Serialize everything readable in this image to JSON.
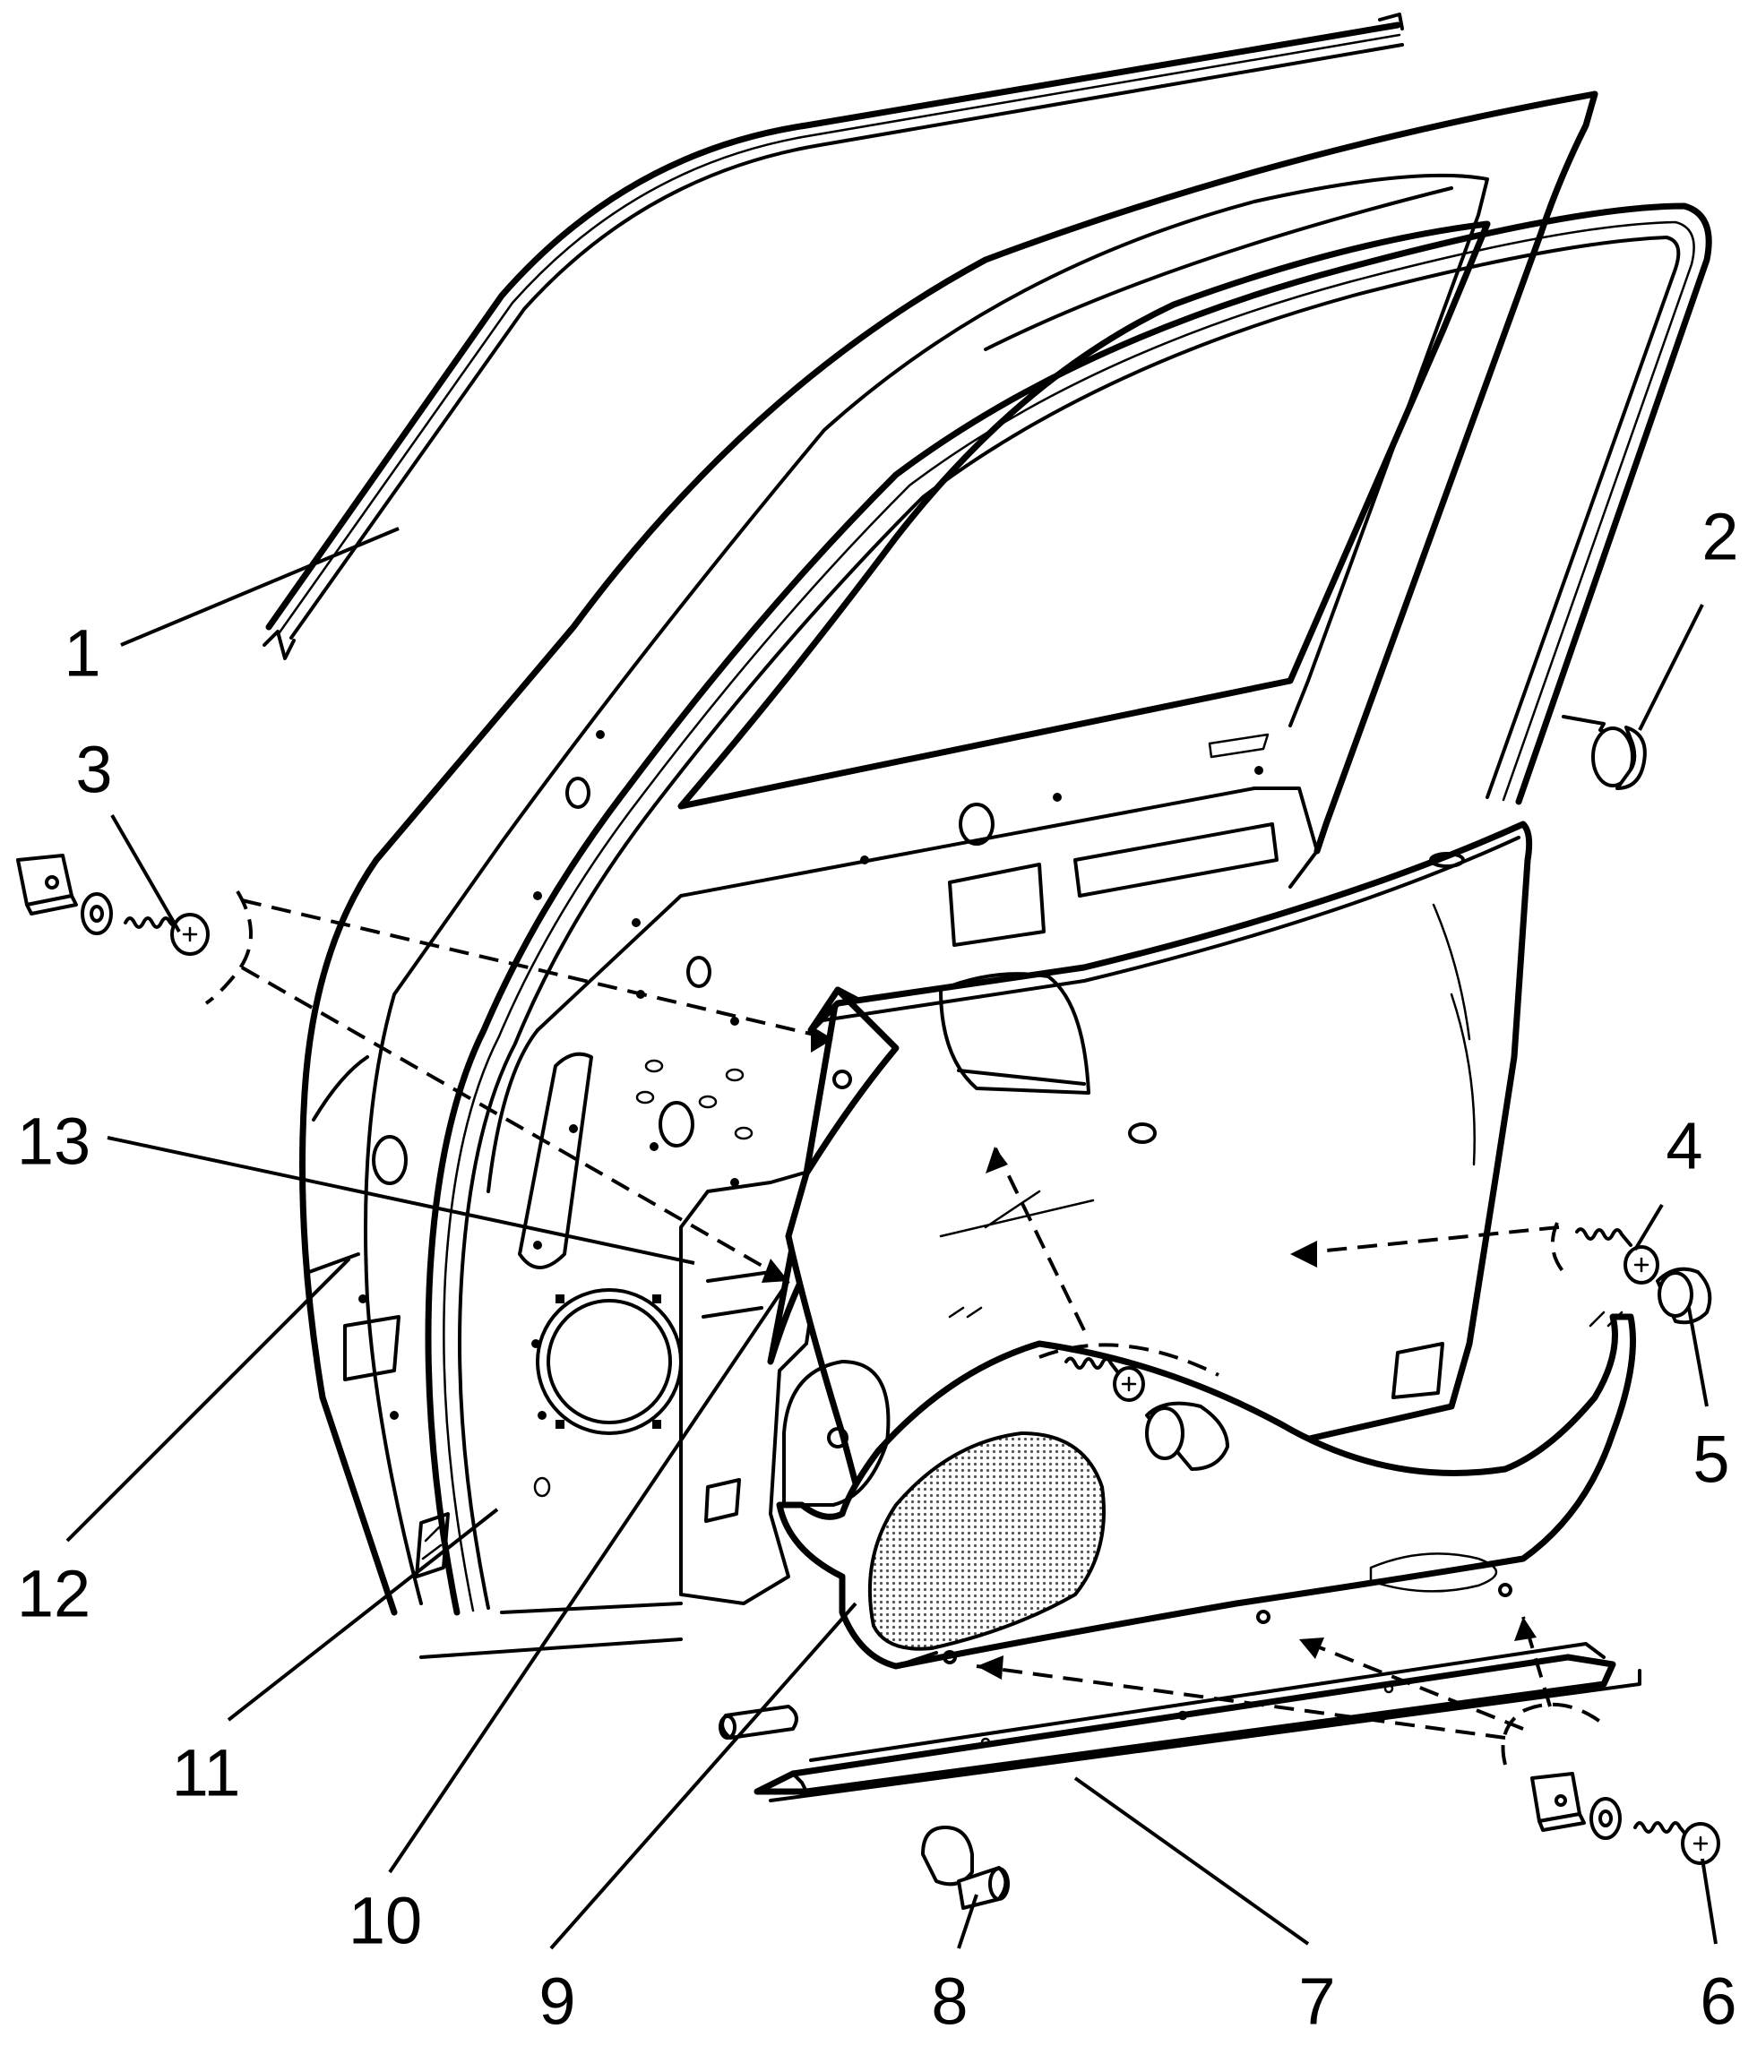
{
  "callouts": {
    "c1": "1",
    "c2": "2",
    "c3": "3",
    "c4": "4",
    "c5": "5",
    "c6": "6",
    "c7": "7",
    "c8": "8",
    "c9": "9",
    "c10": "10",
    "c11": "11",
    "c12": "12",
    "c13": "13"
  },
  "colors": {
    "line": "#000000",
    "background": "#ffffff",
    "speaker_mesh": "#9a9a9a"
  }
}
